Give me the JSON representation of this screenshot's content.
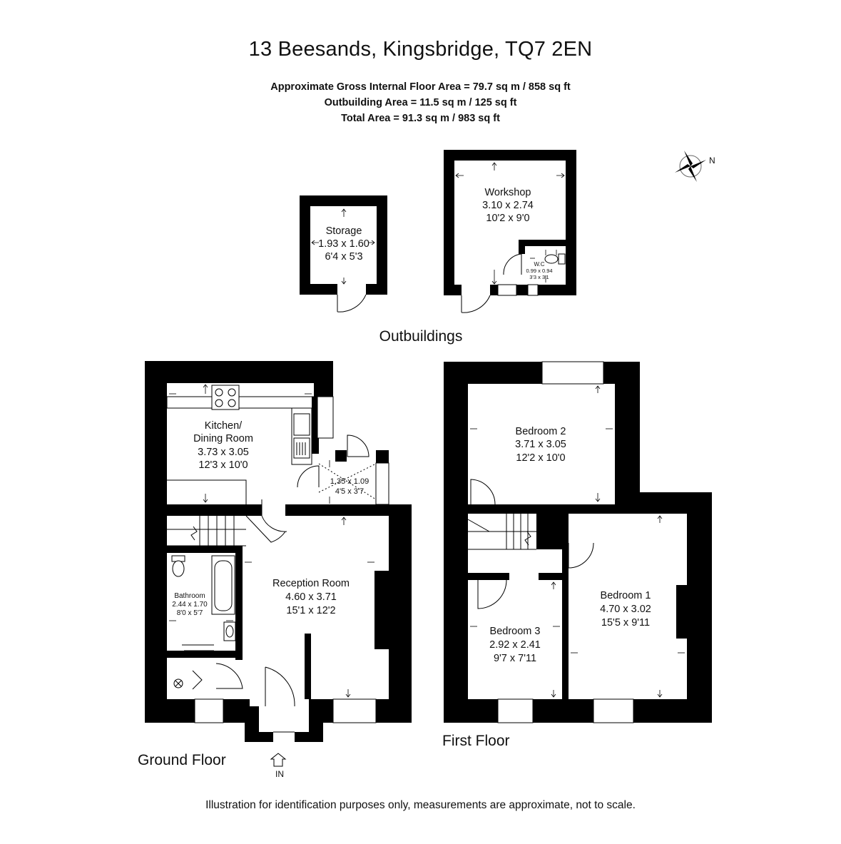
{
  "title": "13 Beesands, Kingsbridge, TQ7 2EN",
  "areas": {
    "gross": "Approximate Gross Internal Floor Area  = 79.7 sq m / 858 sq ft",
    "outbuilding": "Outbuilding Area = 11.5 sq m / 125 sq ft",
    "total": "Total Area = 91.3 sq m / 983 sq ft"
  },
  "compass": {
    "label": "N"
  },
  "outbuildings": {
    "label": "Outbuildings",
    "storage": {
      "name": "Storage",
      "metric": "1.93 x 1.60",
      "imperial": "6'4 x 5'3"
    },
    "workshop": {
      "name": "Workshop",
      "metric": "3.10 x 2.74",
      "imperial": "10'2 x 9'0"
    },
    "wc": {
      "name": "W.C",
      "metric": "0.99 x 0.94",
      "imperial": "3'3 x 3'1"
    }
  },
  "ground_floor": {
    "label": "Ground Floor",
    "entrance": "IN",
    "kitchen": {
      "name_line1": "Kitchen/",
      "name_line2": "Dining Room",
      "metric": "3.73 x 3.05",
      "imperial": "12'3 x 10'0"
    },
    "porch": {
      "metric": "1.35 x 1.09",
      "imperial": "4'5 x 3'7"
    },
    "bathroom": {
      "name": "Bathroom",
      "metric": "2.44 x 1.70",
      "imperial": "8'0 x 5'7"
    },
    "reception": {
      "name": "Reception Room",
      "metric": "4.60 x 3.71",
      "imperial": "15'1 x 12'2"
    }
  },
  "first_floor": {
    "label": "First Floor",
    "bedroom2": {
      "name": "Bedroom 2",
      "metric": "3.71 x 3.05",
      "imperial": "12'2 x 10'0"
    },
    "bedroom1": {
      "name": "Bedroom 1",
      "metric": "4.70 x 3.02",
      "imperial": "15'5 x 9'11"
    },
    "bedroom3": {
      "name": "Bedroom 3",
      "metric": "2.92 x 2.41",
      "imperial": "9'7 x 7'11"
    }
  },
  "disclaimer": "Illustration for identification purposes only, measurements are approximate, not to scale."
}
